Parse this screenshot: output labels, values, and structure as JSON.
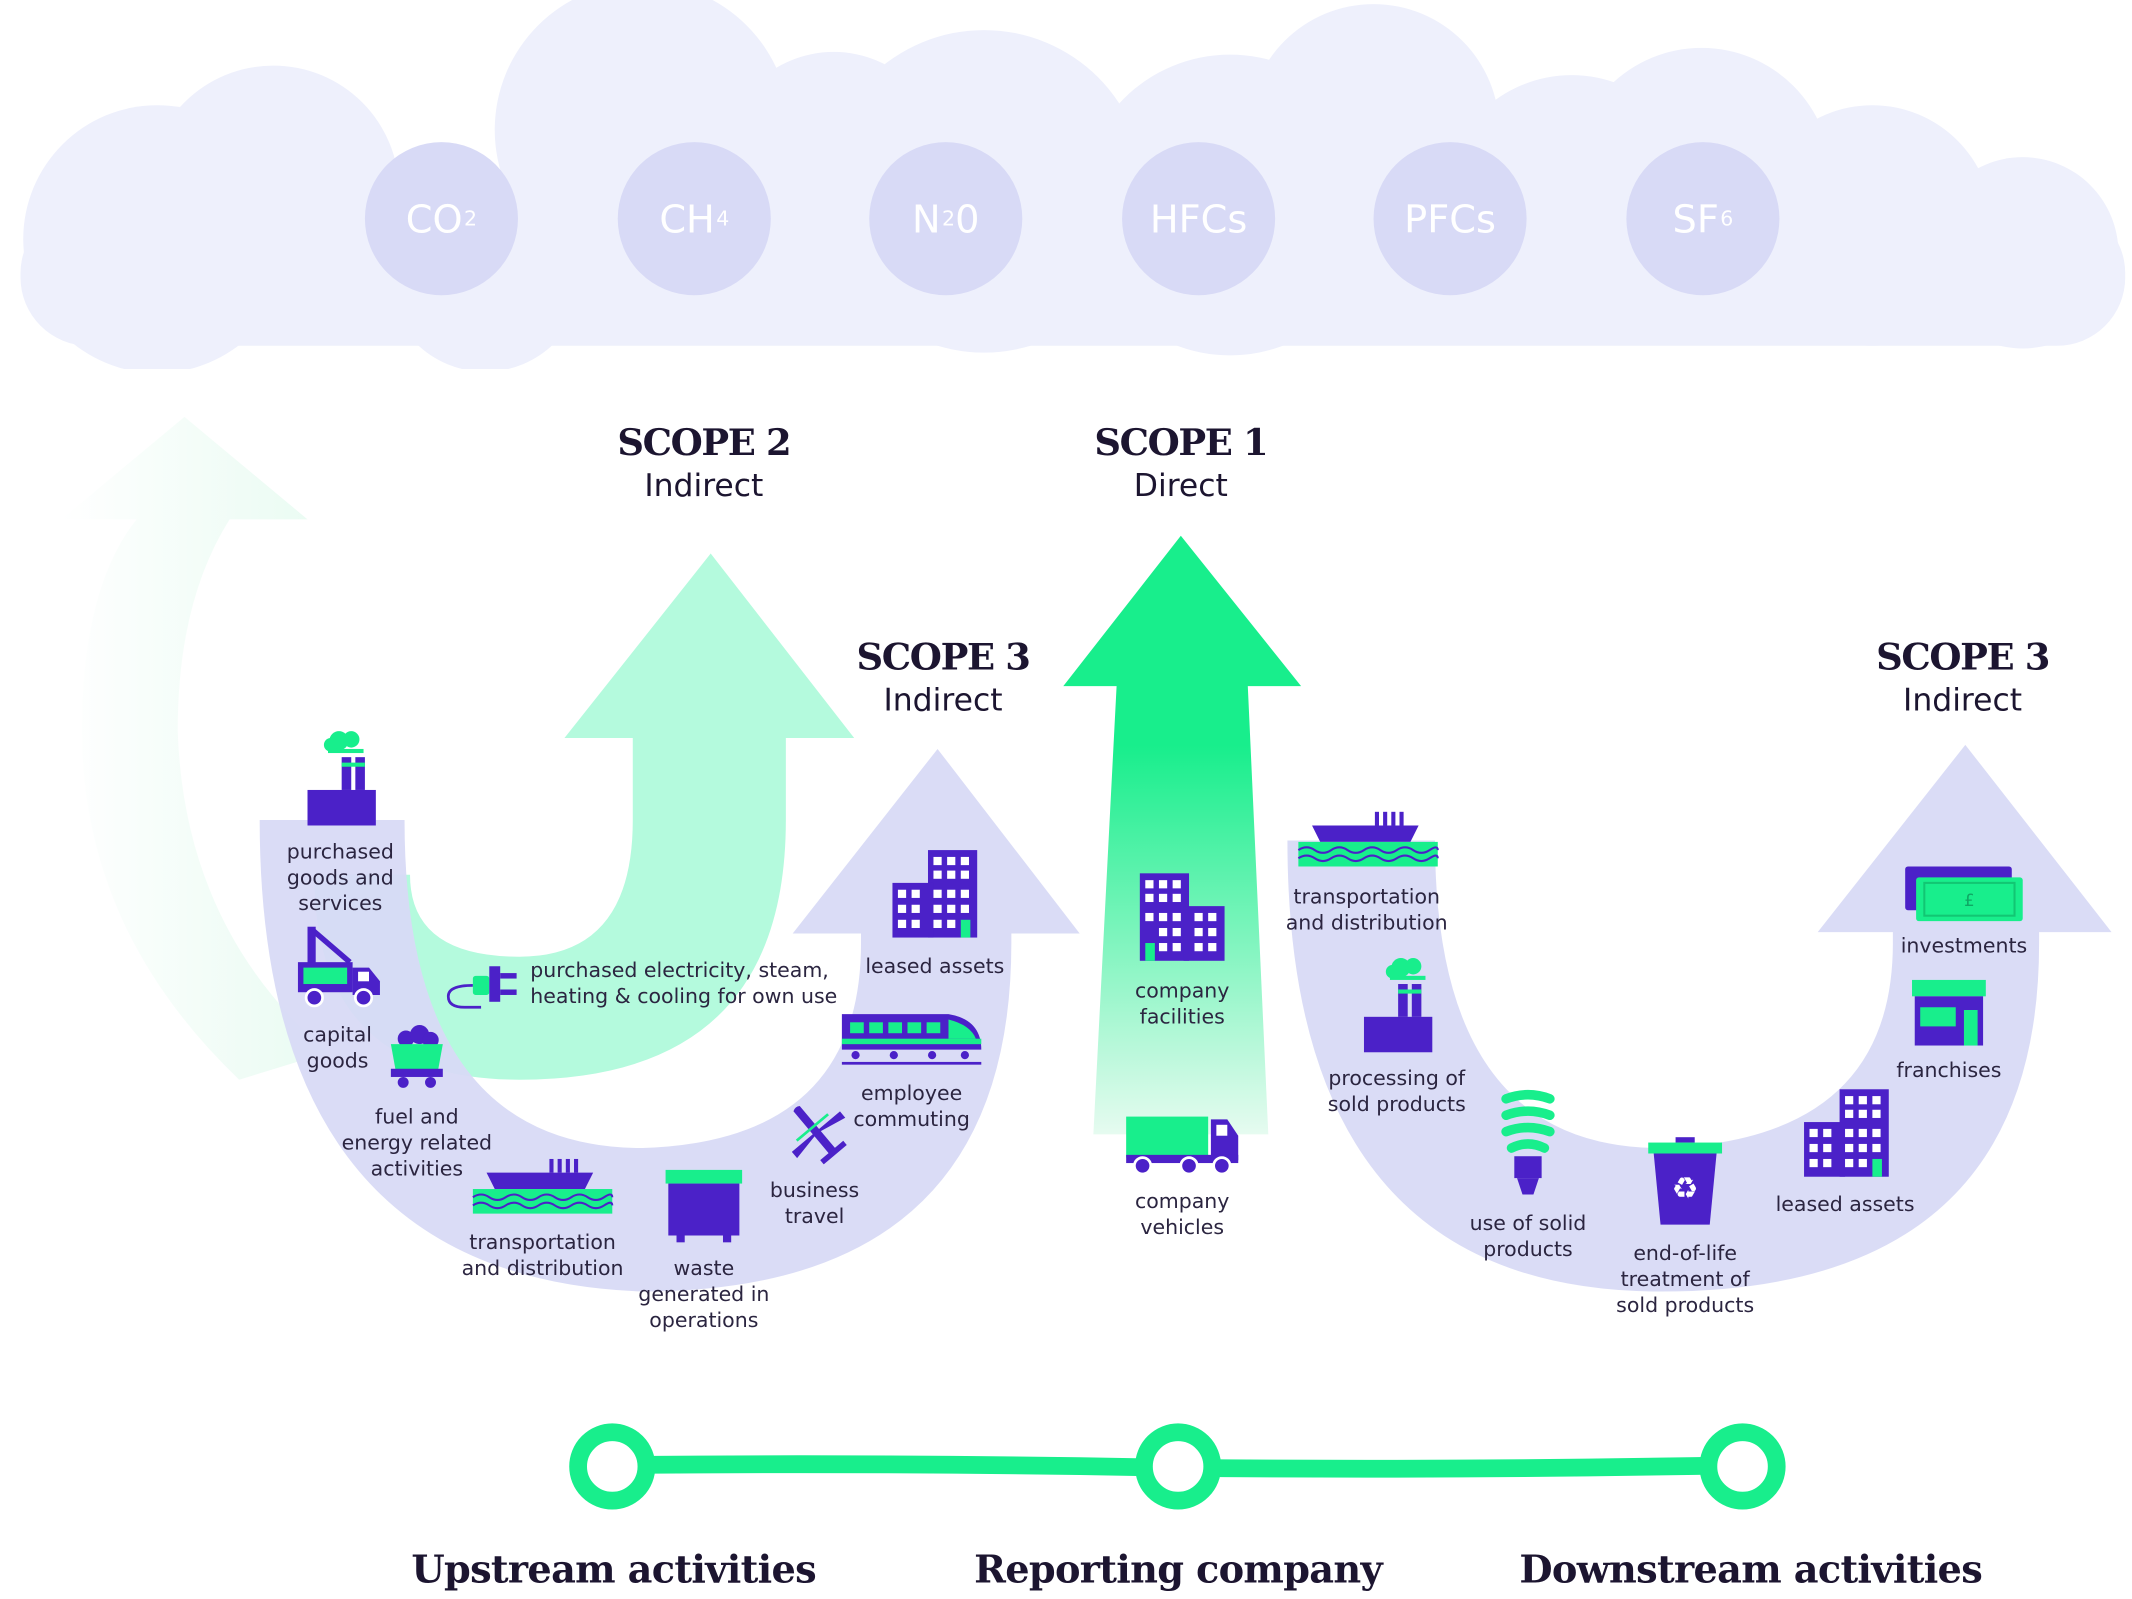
{
  "colors": {
    "purple": "#4b21c8",
    "green": "#18ee8c",
    "lavender": "#d8daf6",
    "mint": "#b4fadd",
    "cloud": "#eef0fc"
  },
  "gases": [
    {
      "base": "CO",
      "sub": "2"
    },
    {
      "base": "CH",
      "sub": "4"
    },
    {
      "base": "N",
      "sub": "2",
      "tail": "0"
    },
    {
      "base": "HFCs",
      "sub": ""
    },
    {
      "base": "PFCs",
      "sub": ""
    },
    {
      "base": "SF",
      "sub": "6"
    }
  ],
  "scopes": {
    "scope2": {
      "title": "SCOPE 2",
      "type": "Indirect"
    },
    "scope1": {
      "title": "SCOPE 1",
      "type": "Direct"
    },
    "scope3_up": {
      "title": "SCOPE 3",
      "type": "Indirect"
    },
    "scope3_down": {
      "title": "SCOPE 3",
      "type": "Indirect"
    }
  },
  "labels": {
    "purchased_goods": "purchased\ngoods and\nservices",
    "capital_goods": "capital\ngoods",
    "fuel_energy": "fuel and\nenergy related\nactivities",
    "transport_up": "transportation\nand distribution",
    "waste": "waste\ngenerated in\noperations",
    "business_travel": "business\ntravel",
    "employee_commuting": "employee\ncommuting",
    "leased_assets_up": "leased assets",
    "purchased_electricity": "purchased electricity, steam,\nheating & cooling for own use",
    "company_facilities": "company\nfacilities",
    "company_vehicles": "company\nvehicles",
    "transport_down": "transportation\nand distribution",
    "processing": "processing of\nsold products",
    "use_of_sold": "use of solid\nproducts",
    "end_of_life": "end-of-life\ntreatment of\nsold products",
    "leased_assets_down": "leased assets",
    "franchises": "franchises",
    "investments": "investments"
  },
  "investment_symbol": "£",
  "timeline": {
    "upstream": "Upstream activities",
    "reporting": "Reporting company",
    "downstream": "Downstream activities"
  },
  "icons": [
    "factory-icon",
    "truck-icon",
    "coal-cart-icon",
    "plug-icon",
    "ship-icon",
    "waste-bin-icon",
    "airplane-icon",
    "train-icon",
    "building-icon",
    "lightbulb-icon",
    "recycling-bin-icon",
    "shop-icon",
    "banknote-icon"
  ]
}
